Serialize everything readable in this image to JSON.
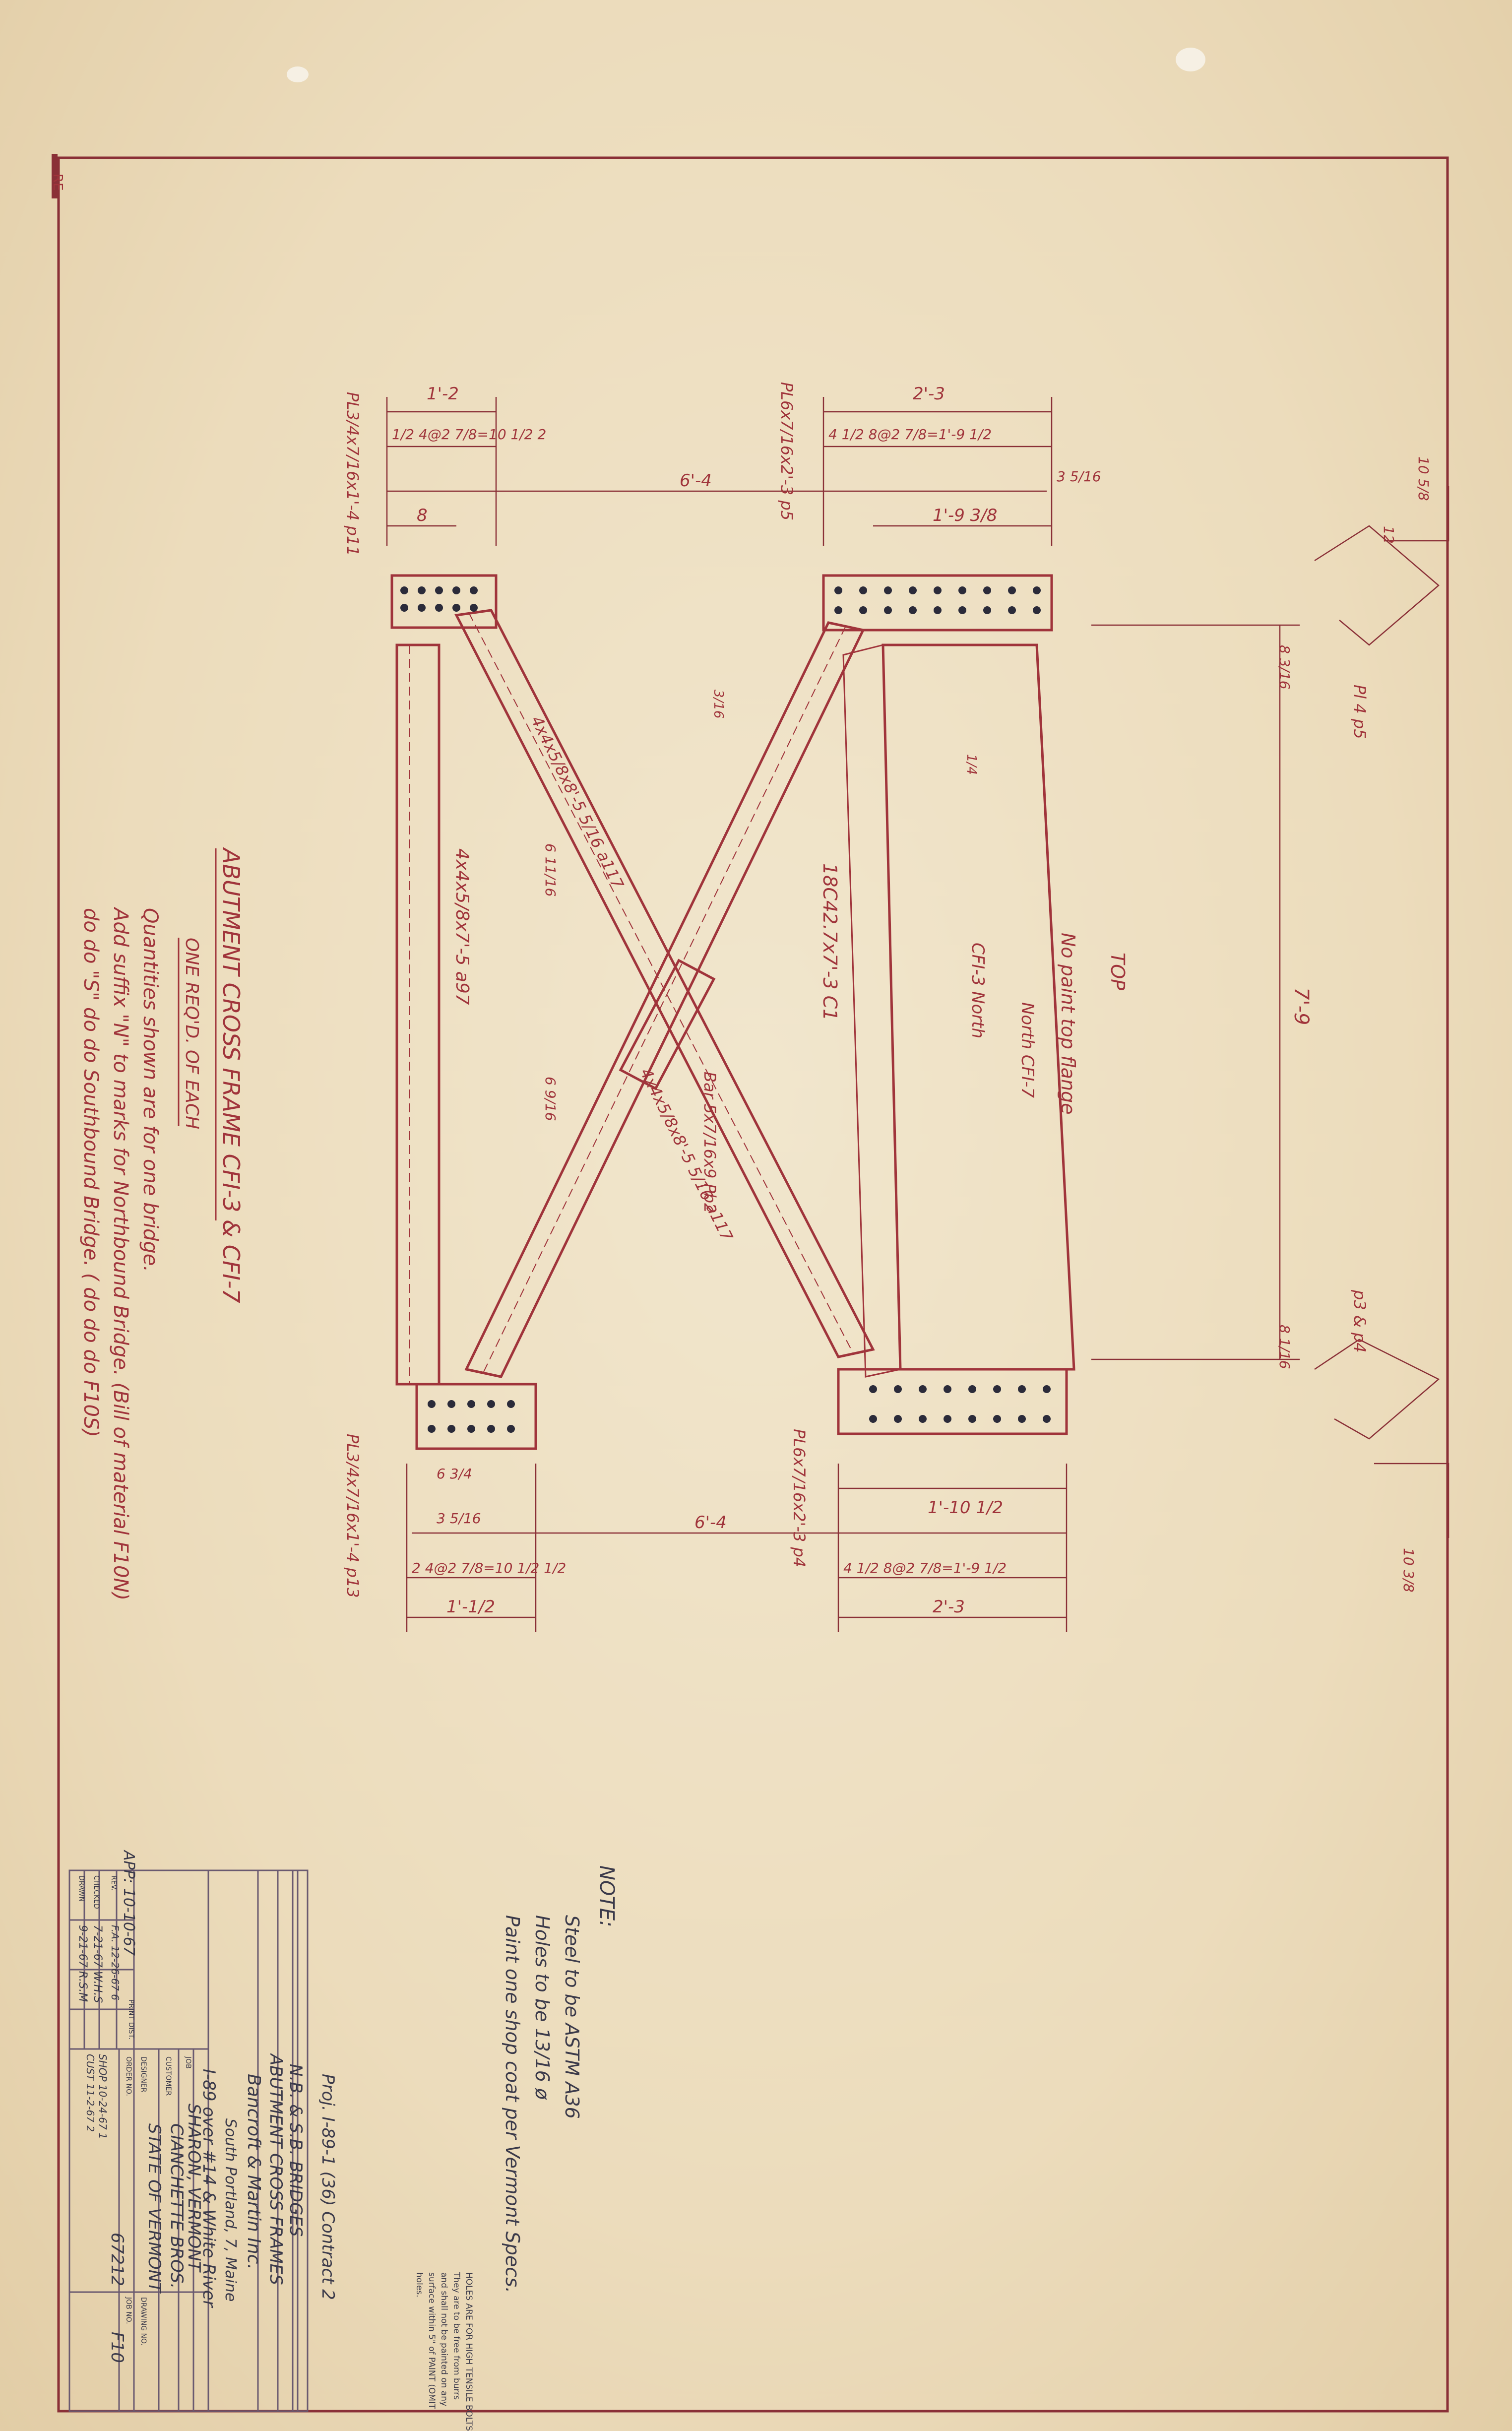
{
  "title": "ABUTMENT CROSS FRAME CFI-3 & CFI-7",
  "subtitle": "ONE REQ'D. OF EACH",
  "quantities_note": [
    "Quantities shown are for one bridge.",
    "Add suffix \"N\" to marks for Northbound Bridge. (Bill of material F10N)",
    "do do \"S\" do do Southbound Bridge. ( do do do F10S)"
  ],
  "top_label": "TOP",
  "no_paint_label": "No paint top flange",
  "north_labels": [
    "North CFI-7",
    "CFI-3 North"
  ],
  "members": {
    "left_angle": "4x4x5/8x7'-5 a97",
    "upper_diag": "4x4x5/8x8'-5 5/16 a117",
    "lower_diag": "4x4x5/8x8'-5 5/16 a117",
    "bar": "Bar 5x7/16x9 Pb2",
    "channel": "18C42.7x7'-3 C1",
    "upper_left_plate": "PL3/4x7/16x1'-4 p11",
    "lower_left_plate": "PL3/4x7/16x1'-4 p13",
    "upper_right_plate": "PL6x7/16x2'-3 p5",
    "lower_right_plate": "PL6x7/16x2'-3 p4",
    "right_plates_top": "Pl 4 p5",
    "right_plates_bottom": "p3 & p4"
  },
  "dimensions": {
    "top_left_width": "1'-2",
    "top_left_holes": "1/2  4@2 7/8=10 1/2  2",
    "top_left_8": "8",
    "overall_top": "6'-4",
    "top_right_width": "2'-3",
    "top_right_holes": "4 1/2  8@2 7/8=1'-9  1/2",
    "top_right_inner": "1'-9 3/8",
    "top_right_3": "3 5/16",
    "height": "7'-9",
    "bot_left_holes": "2  4@2 7/8=10 1/2  1/2",
    "bot_left_width": "1'-1/2",
    "bot_left_6": "6 3/4",
    "bot_left_3": "3 5/16",
    "overall_bottom": "6'-4",
    "bot_right_inner": "1'-10 1/2",
    "bot_right_holes": "4 1/2  8@2 7/8=1'-9  1/2",
    "bot_right_width": "2'-3",
    "slope_top": "10 5/8",
    "slope_bottom": "10 3/8",
    "slope_12": "12",
    "right_8_top": "8 3/16",
    "right_8_bot": "8 1/16",
    "bevel_top": "6 11/16",
    "bevel_bot": "6 9/16",
    "weld_cw": "3/16",
    "weld_sym": "1/4"
  },
  "note": {
    "heading": "NOTE:",
    "lines": [
      "Steel to be ASTM A36",
      "Holes to be 13/16 ø",
      "Paint one shop coat per Vermont Specs."
    ]
  },
  "holes_stamp": [
    "HOLES ARE FOR HIGH TENSILE BOLTS",
    "They are to be free from burrs",
    "and shall not be painted on any",
    "surface within 5\" of PAINT (OMIT",
    "holes."
  ],
  "title_block": {
    "project": "Proj. I-89-1 (36) Contract 2",
    "line1": "N.B. & S.B. BRIDGES",
    "line2": "ABUTMENT CROSS FRAMES",
    "company": "Bancroft & Martin Inc.",
    "city": "South Portland, 7, Maine",
    "job": "I-89 over #14 & White River",
    "location": "SHARON, VERMONT",
    "customer": "CIANCHETTE BROS.",
    "designer": "STATE OF VERMONT",
    "drawing_no": "F10",
    "order_no": "67212",
    "labels": {
      "job": "JOB",
      "customer": "CUSTOMER",
      "designer": "DESIGNER",
      "order": "ORDER NO.",
      "job_no": "JOB NO.",
      "drawing": "DRAWING NO.",
      "print": "PRINT DIST.",
      "rev": "REV.",
      "checked": "CHECKED",
      "drawn": "DRAWN"
    },
    "print_dist": [
      [
        "F.A.",
        "12-26-67",
        "6"
      ],
      [
        "SHOP",
        "10-24-67",
        "1"
      ],
      [
        "CUST",
        "11-2-67",
        "2"
      ]
    ],
    "checked": "7-21-67  W.H.S",
    "drawn": "9-21-67  R.S.M",
    "approved": "APP: 10-10-67"
  },
  "corner_mark": "RE"
}
